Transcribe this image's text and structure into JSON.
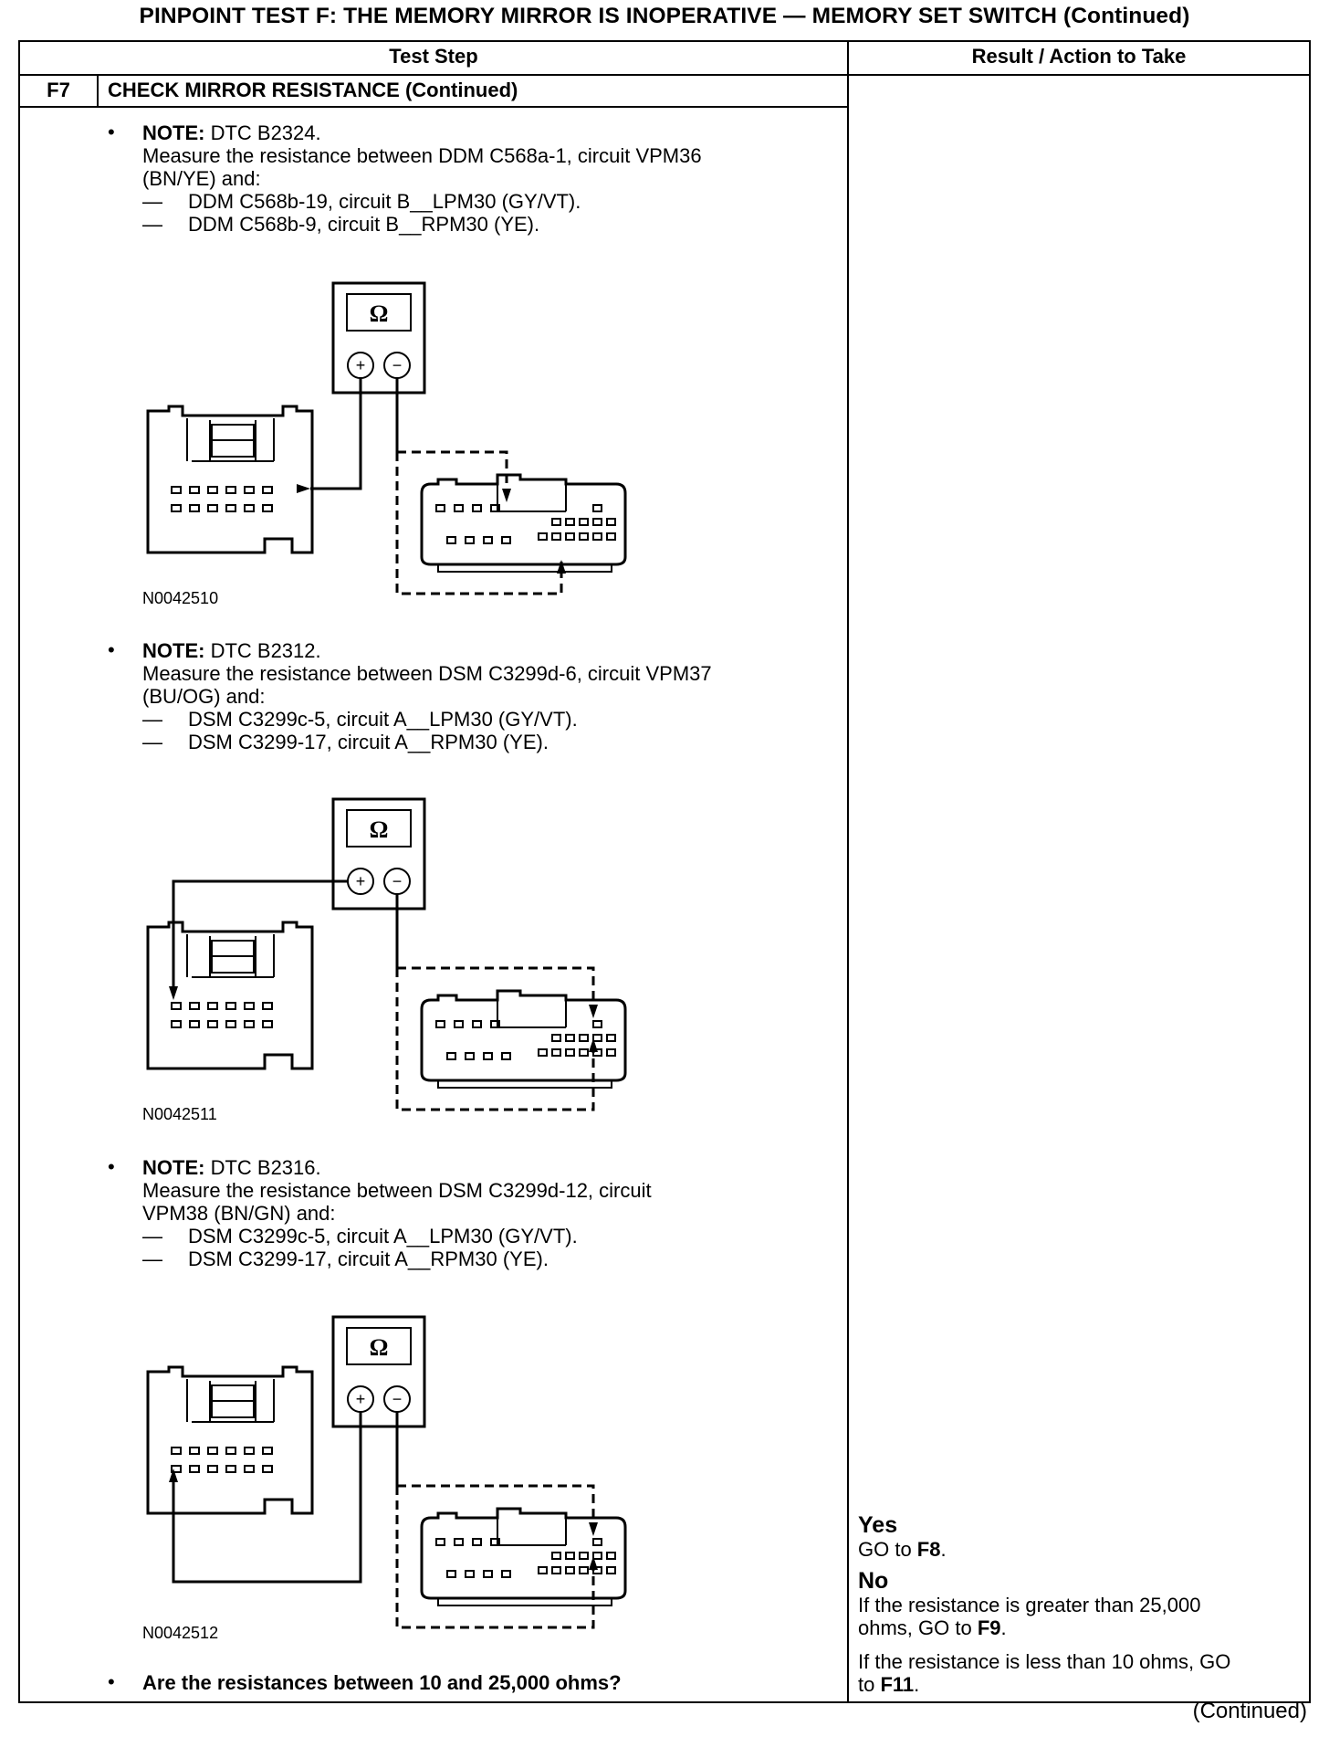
{
  "title": "PINPOINT TEST  F: THE MEMORY MIRROR IS INOPERATIVE — MEMORY SET SWITCH (Continued)",
  "table": {
    "col_test_step": "Test Step",
    "col_result": "Result / Action to Take",
    "step_id": "F7",
    "step_title": "CHECK MIRROR RESISTANCE (Continued)"
  },
  "notes": [
    {
      "note_label": "NOTE:",
      "note_text": " DTC B2324.",
      "measure_line1": "Measure the resistance between DDM C568a-1, circuit VPM36",
      "measure_line2": "(BN/YE) and:",
      "items": [
        "DDM C568b-19, circuit B__LPM30 (GY/VT).",
        "DDM C568b-9, circuit B__RPM30 (YE)."
      ],
      "figure_id": "N0042510"
    },
    {
      "note_label": "NOTE:",
      "note_text": " DTC B2312.",
      "measure_line1": "Measure the resistance between DSM C3299d-6, circuit VPM37",
      "measure_line2": "(BU/OG) and:",
      "items": [
        "DSM C3299c-5, circuit A__LPM30 (GY/VT).",
        "DSM C3299-17, circuit A__RPM30 (YE)."
      ],
      "figure_id": "N0042511"
    },
    {
      "note_label": "NOTE:",
      "note_text": " DTC B2316.",
      "measure_line1": "Measure the resistance between DSM C3299d-12, circuit",
      "measure_line2": "VPM38 (BN/GN) and:",
      "items": [
        "DSM C3299c-5, circuit A__LPM30 (GY/VT).",
        "DSM C3299-17, circuit A__RPM30 (YE)."
      ],
      "figure_id": "N0042512"
    }
  ],
  "question": "Are the resistances between 10 and 25,000 ohms?",
  "dash": "—",
  "meter_symbol": "Ω",
  "meter_plus": "+",
  "meter_minus": "−",
  "results": {
    "yes_label": "Yes",
    "yes_action_prefix": "GO to ",
    "yes_action_target": "F8",
    "no_label": "No",
    "no_line1_a": "If the resistance is greater than 25,000",
    "no_line1_b_prefix": "ohms, GO to ",
    "no_line1_target": "F9",
    "no_line2_a": "If the resistance is less than 10 ohms, GO",
    "no_line2_b_prefix": "to ",
    "no_line2_target": "F11"
  },
  "continued": "(Continued)"
}
